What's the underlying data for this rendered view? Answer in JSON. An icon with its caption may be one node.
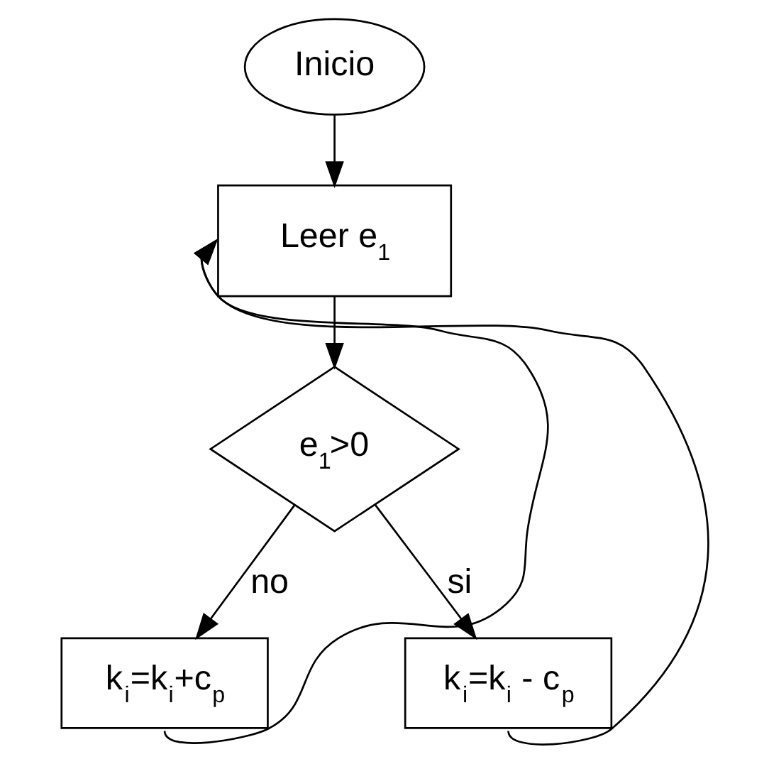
{
  "diagram": {
    "nodes": [
      {
        "text": [
          "Inicio"
        ]
      },
      {
        "text": [
          "Leer e$_{1}$"
        ]
      },
      {
        "text": [
          "e$_{1}$>0"
        ]
      },
      {
        "text": [
          "k$_{i}$=k$_{i}$+c$_{p}$"
        ]
      },
      {
        "text": [
          "k$_{i}$=k$_{i}$ - c$_{p}$"
        ]
      }
    ],
    "edges": [
      {
        "from": 0,
        "to": 1,
        "arrow": "to"
      },
      {
        "from": 1,
        "to": 2,
        "arrow": "to"
      },
      {
        "from": 2,
        "to": 3,
        "arrow": "to",
        "label": "no"
      },
      {
        "from": 2,
        "to": 4,
        "arrow": "to",
        "label": "si"
      },
      {
        "from": 3,
        "to": 1,
        "arrow": "to"
      },
      {
        "from": 4,
        "to": 1,
        "arrow": "to"
      }
    ]
  }
}
